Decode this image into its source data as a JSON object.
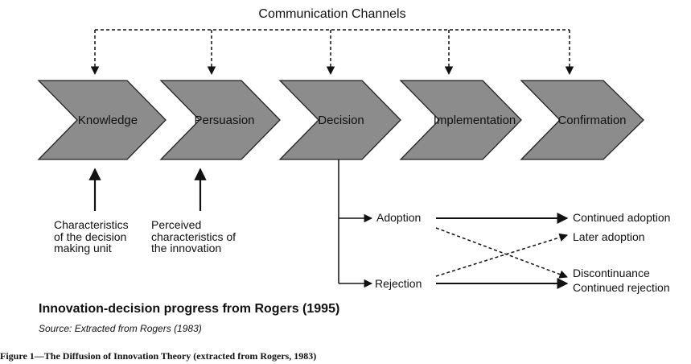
{
  "top_label": "Communication Channels",
  "stages": [
    "Knowledge",
    "Persuasion",
    "Decision",
    "Implementation",
    "Confirmation"
  ],
  "inputs": {
    "knowledge": [
      "Characteristics",
      "of the decision",
      "making unit"
    ],
    "persuasion": [
      "Perceived",
      "characteristics of",
      "the innovation"
    ]
  },
  "decision_outcomes": {
    "adoption": "Adoption",
    "rejection": "Rejection"
  },
  "results": {
    "continued_adoption": "Continued adoption",
    "later_adoption": "Later adoption",
    "discontinuance": "Discontinuance",
    "continued_rejection": "Continued rejection"
  },
  "title": "Innovation-decision progress from Rogers (1995)",
  "source": "Source: Extracted from Rogers (1983)",
  "caption": "Figure 1—The Diffusion of Innovation Theory (extracted from Rogers, 1983)",
  "colors": {
    "chevron_fill": "#8c8c8c",
    "line": "#111111"
  }
}
